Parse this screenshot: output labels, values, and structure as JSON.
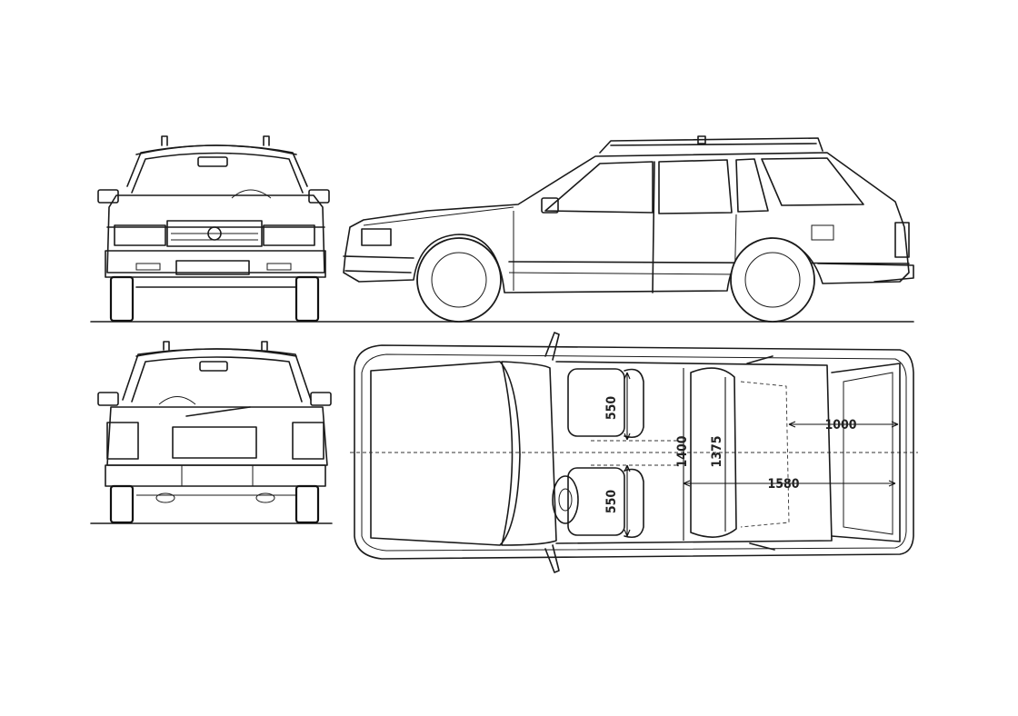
{
  "blueprint": {
    "subject": "station wagon",
    "views": [
      "front",
      "side",
      "rear",
      "top"
    ],
    "dimensions": {
      "front_seat_depth_upper": "550",
      "front_seat_depth_lower": "550",
      "interior_width_front": "1400",
      "interior_width_rear": "1375",
      "cargo_width": "1000",
      "interior_length": "1580"
    },
    "colors": {
      "line": "#1a1a1a",
      "paper": "#ffffff"
    }
  }
}
